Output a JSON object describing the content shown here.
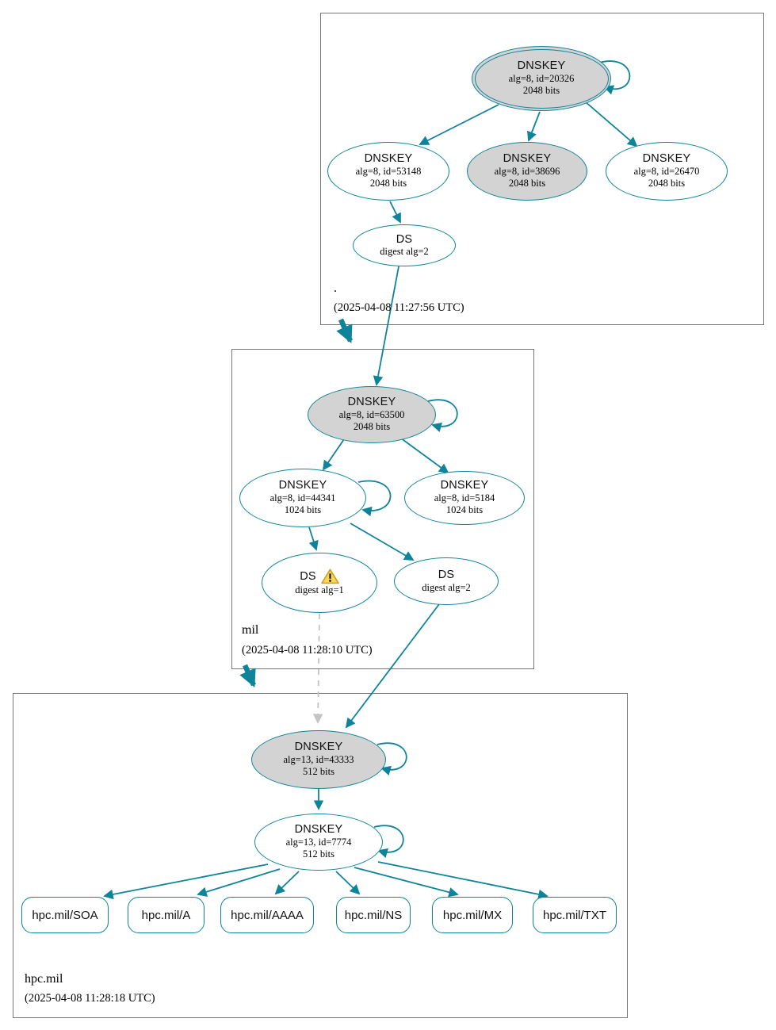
{
  "colors": {
    "edge_secure": "#0e849a",
    "node_highlight_fill": "#d3d3d3",
    "insecure_edge": "#c4c4c4",
    "warning_fill": "#fbd850",
    "zone_border": "#757575"
  },
  "zones": [
    {
      "label": ".",
      "timestamp": "(2025-04-08 11:27:56 UTC)",
      "nodes": {
        "ksk20326": {
          "title": "DNSKEY",
          "line1": "alg=8, id=20326",
          "line2": "2048 bits"
        },
        "key53148": {
          "title": "DNSKEY",
          "line1": "alg=8, id=53148",
          "line2": "2048 bits"
        },
        "key38696": {
          "title": "DNSKEY",
          "line1": "alg=8, id=38696",
          "line2": "2048 bits"
        },
        "key26470": {
          "title": "DNSKEY",
          "line1": "alg=8, id=26470",
          "line2": "2048 bits"
        },
        "ds": {
          "title": "DS",
          "line1": "digest alg=2"
        }
      }
    },
    {
      "label": "mil",
      "timestamp": "(2025-04-08 11:28:10 UTC)",
      "nodes": {
        "ksk63500": {
          "title": "DNSKEY",
          "line1": "alg=8, id=63500",
          "line2": "2048 bits"
        },
        "key44341": {
          "title": "DNSKEY",
          "line1": "alg=8, id=44341",
          "line2": "1024 bits"
        },
        "key5184": {
          "title": "DNSKEY",
          "line1": "alg=8, id=5184",
          "line2": "1024 bits"
        },
        "ds1": {
          "title": "DS",
          "line1": "digest alg=1",
          "warning": "warning-icon"
        },
        "ds2": {
          "title": "DS",
          "line1": "digest alg=2"
        }
      }
    },
    {
      "label": "hpc.mil",
      "timestamp": "(2025-04-08 11:28:18 UTC)",
      "nodes": {
        "ksk43333": {
          "title": "DNSKEY",
          "line1": "alg=13, id=43333",
          "line2": "512 bits"
        },
        "key7774": {
          "title": "DNSKEY",
          "line1": "alg=13, id=7774",
          "line2": "512 bits"
        }
      },
      "rrsets": [
        "hpc.mil/SOA",
        "hpc.mil/A",
        "hpc.mil/AAAA",
        "hpc.mil/NS",
        "hpc.mil/MX",
        "hpc.mil/TXT"
      ]
    }
  ]
}
